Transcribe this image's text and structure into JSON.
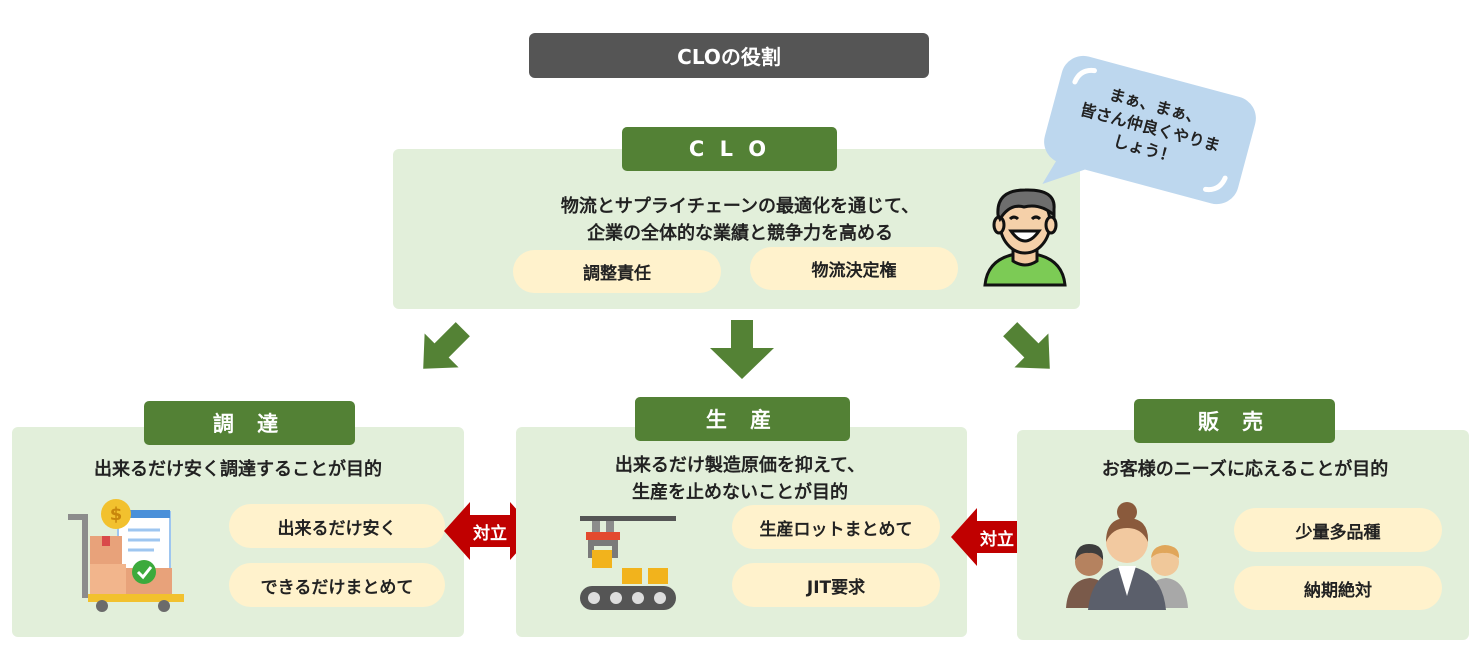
{
  "title": "CLOの役割",
  "clo": {
    "label": "C L O",
    "desc_line1": "物流とサプライチェーンの最適化を通じて、",
    "desc_line2": "企業の全体的な業績と競争力を高める",
    "pills": [
      "調整責任",
      "物流決定権"
    ],
    "icon": "smiling-man-icon"
  },
  "speech_bubble": {
    "line1": "まぁ、まぁ、",
    "line2": "皆さん仲良くやりま",
    "line3": "しょう！"
  },
  "procurement": {
    "label": "調 達",
    "desc": "出来るだけ安く調達することが目的",
    "pills": [
      "出来るだけ安く",
      "できるだけまとめて"
    ],
    "icon": "cart-with-boxes-icon"
  },
  "production": {
    "label": "生 産",
    "desc_line1": "出来るだけ製造原価を抑えて、",
    "desc_line2": "生産を止めないことが目的",
    "pills": [
      "生産ロットまとめて",
      "JIT要求"
    ],
    "icon": "factory-robot-arm-conveyor-icon"
  },
  "sales": {
    "label": "販 売",
    "desc": "お客様のニーズに応えることが目的",
    "pills": [
      "少量多品種",
      "納期絶対"
    ],
    "icon": "customer-group-icon"
  },
  "conflict_left": "対立",
  "conflict_right": "対立",
  "colors": {
    "panel": "#e2efda",
    "label": "#538135",
    "arrow": "#548235",
    "pill": "#fff2cc",
    "title": "#555555",
    "conflict": "#c00000",
    "bubble": "#bdd7ee"
  }
}
